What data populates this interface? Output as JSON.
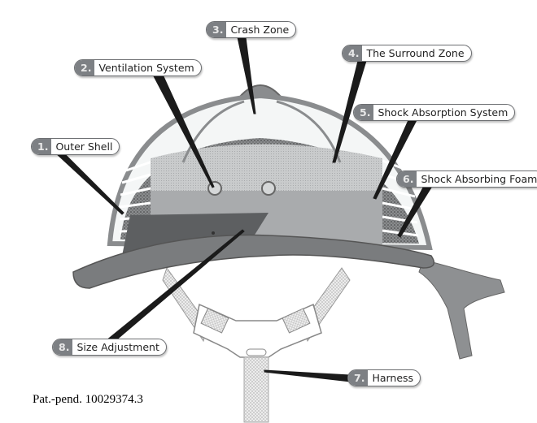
{
  "labels": [
    {
      "num": "1.",
      "text": "Outer Shell"
    },
    {
      "num": "2.",
      "text": "Ventilation System"
    },
    {
      "num": "3.",
      "text": "Crash Zone"
    },
    {
      "num": "4.",
      "text": "The Surround Zone"
    },
    {
      "num": "5.",
      "text": "Shock Absorption System"
    },
    {
      "num": "6.",
      "text": "Shock Absorbing Foam"
    },
    {
      "num": "7.",
      "text": "Harness"
    },
    {
      "num": "8.",
      "text": "Size Adjustment"
    }
  ],
  "patent": "Pat.-pend. 10029374.3"
}
